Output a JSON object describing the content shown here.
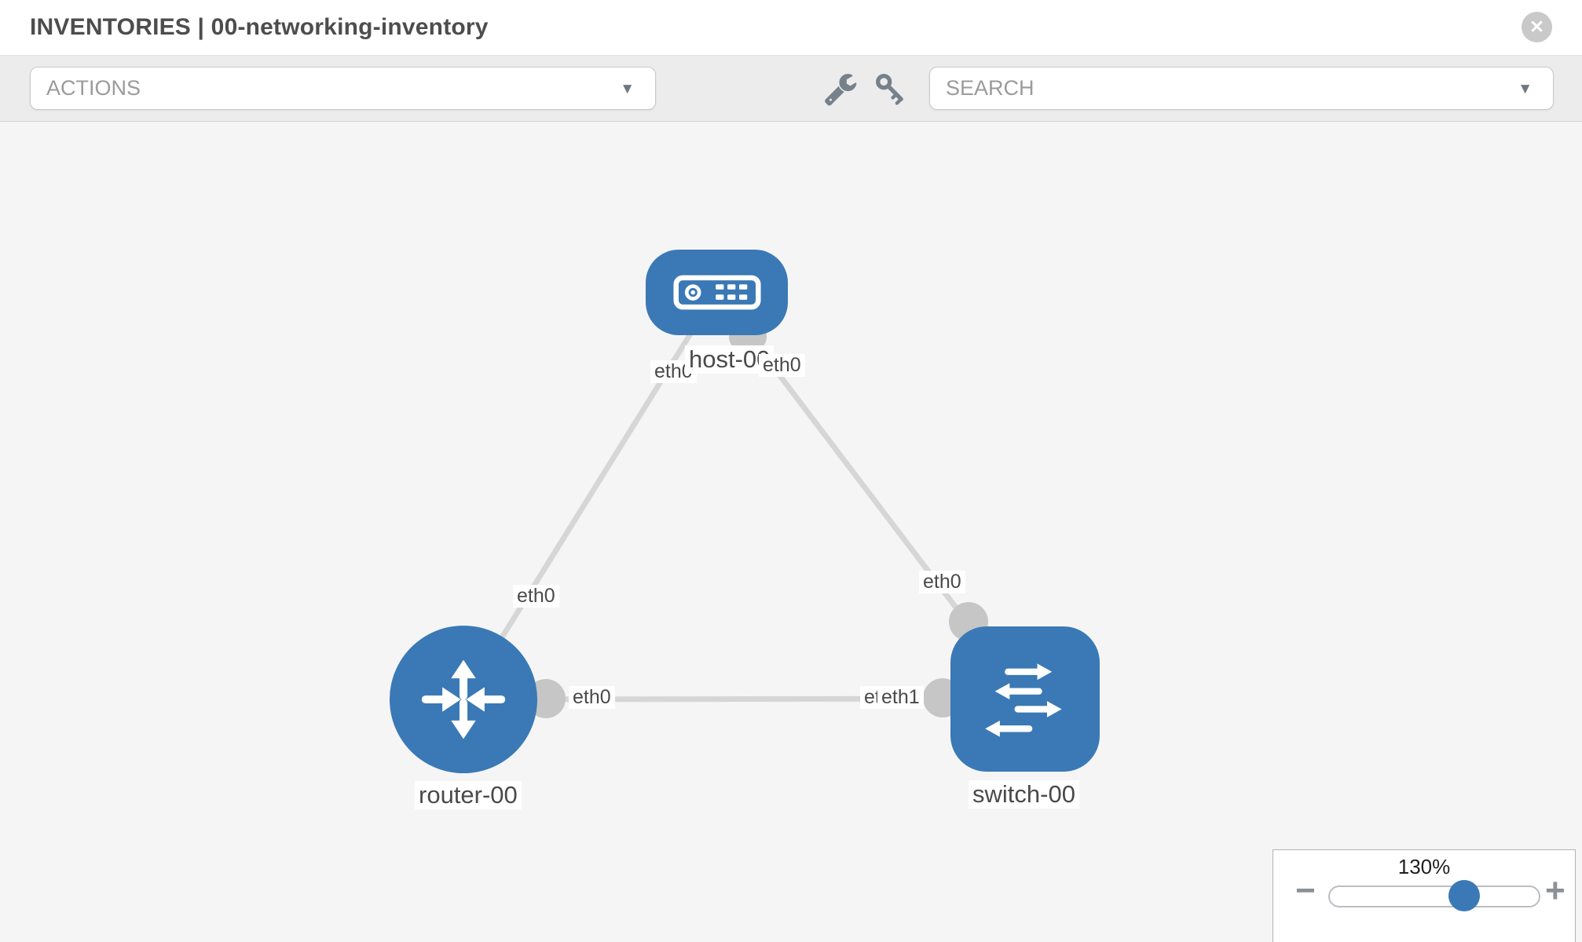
{
  "header": {
    "title": "INVENTORIES | 00-networking-inventory",
    "close_glyph": "✕"
  },
  "toolbar": {
    "actions_label": "ACTIONS",
    "search_label": "SEARCH",
    "caret_glyph": "▼",
    "icons": [
      "wrench-icon",
      "key-icon"
    ]
  },
  "topology": {
    "nodes": [
      {
        "id": "host-00",
        "label": "host-00",
        "type": "host"
      },
      {
        "id": "router-00",
        "label": "router-00",
        "type": "router"
      },
      {
        "id": "switch-00",
        "label": "switch-00",
        "type": "switch"
      }
    ],
    "links": [
      {
        "from": "host-00",
        "from_interface": "eth0",
        "to": "router-00",
        "to_interface": "eth0"
      },
      {
        "from": "host-00",
        "from_interface": "eth0",
        "to": "switch-00",
        "to_interface": "eth0"
      },
      {
        "from": "router-00",
        "from_interface": "eth0",
        "to": "switch-00",
        "to_interface": "eth1"
      }
    ],
    "overlapping_interface_label": "eth1"
  },
  "zoom": {
    "level": "130%",
    "minus_glyph": "−",
    "plus_glyph": "+"
  },
  "colors": {
    "node_blue": "#3a79b5",
    "edge_gray": "#d6d6d6",
    "port_gray": "#c6c6c6",
    "toolbar_bg": "#ececec",
    "canvas_bg": "#f5f5f6"
  }
}
